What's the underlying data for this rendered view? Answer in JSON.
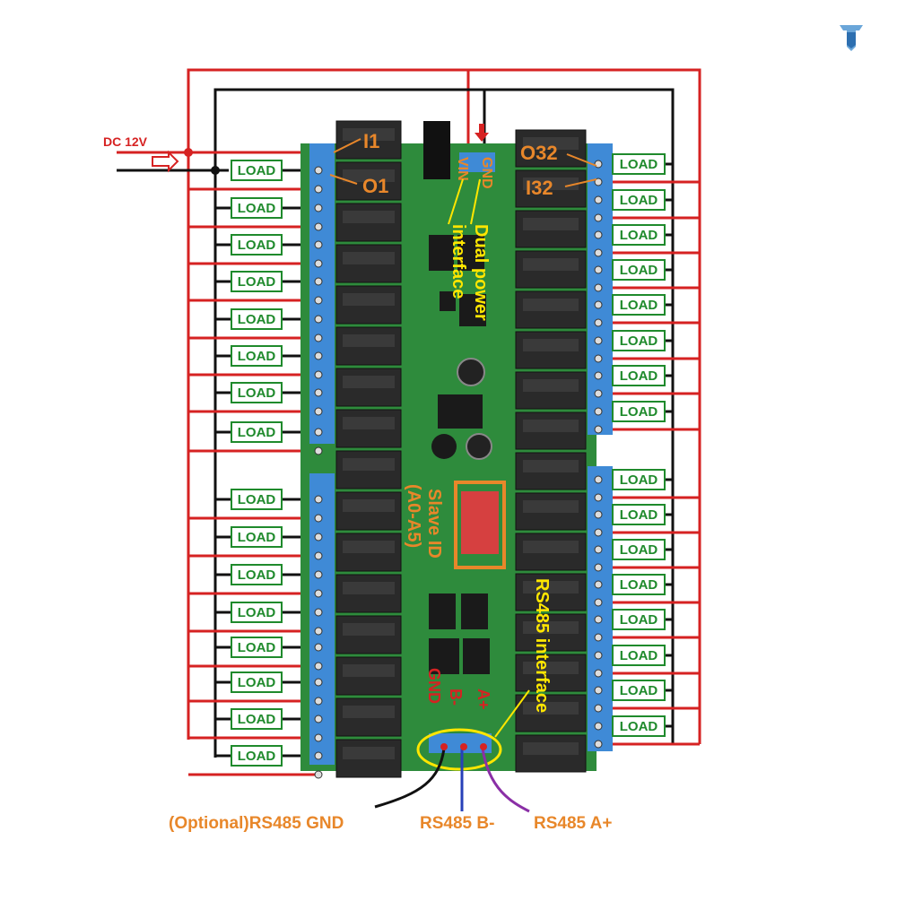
{
  "logo": {
    "name": "brand-logo"
  },
  "power": {
    "label": "DC 12V"
  },
  "relay_left_top": {
    "in_label": "I1",
    "out_label": "O1"
  },
  "relay_right_top": {
    "out_label": "O32",
    "in_label": "I32"
  },
  "power_terminals": {
    "vin": "VIN",
    "gnd": "GND"
  },
  "annotations": {
    "dual_power": "Dual power",
    "interface": "interface",
    "slave_id": "Slave ID",
    "slave_range": "(A0-A5)",
    "rs485_interface": "RS485 interface"
  },
  "rs485_terminals": {
    "gnd": "GND",
    "b": "B-",
    "a": "A+"
  },
  "bottom_labels": {
    "gnd": "(Optional)RS485 GND",
    "b": "RS485 B-",
    "a": "RS485 A+"
  },
  "load_label": "LOAD",
  "colors": {
    "wire_red": "#d62222",
    "wire_black": "#111111",
    "board_green": "#2e8b3c",
    "terminal_blue": "#3f8ad6",
    "relay_black": "#2a2a2a",
    "load_green": "#1f8a2c",
    "label_orange": "#e8872a",
    "label_yellow": "#ffe600"
  }
}
